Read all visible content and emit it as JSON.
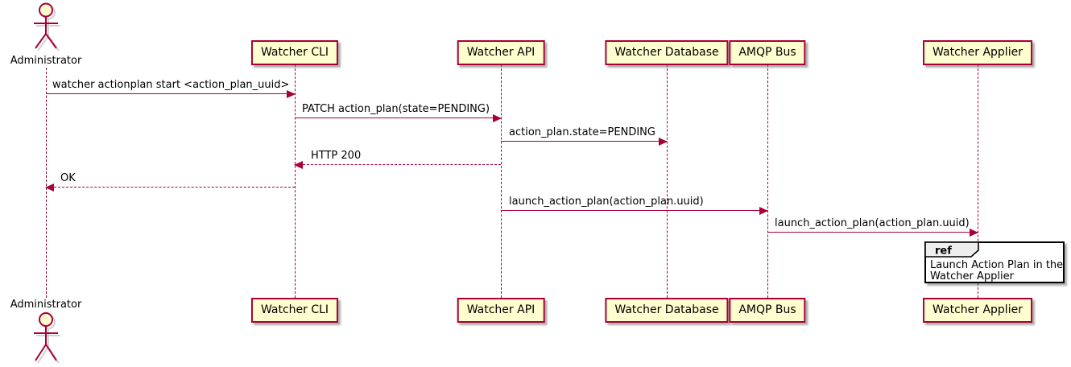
{
  "diagram": {
    "type": "sequence",
    "actor": {
      "name": "Administrator"
    },
    "participants": [
      {
        "name": "Watcher CLI"
      },
      {
        "name": "Watcher API"
      },
      {
        "name": "Watcher Database"
      },
      {
        "name": "AMQP Bus"
      },
      {
        "name": "Watcher Applier"
      }
    ],
    "messages": [
      {
        "label": "watcher actionplan start <action_plan_uuid>",
        "from": "Administrator",
        "to": "Watcher CLI",
        "style": "solid"
      },
      {
        "label": "PATCH action_plan(state=PENDING)",
        "from": "Watcher CLI",
        "to": "Watcher API",
        "style": "solid"
      },
      {
        "label": "action_plan.state=PENDING",
        "from": "Watcher API",
        "to": "Watcher Database",
        "style": "solid"
      },
      {
        "label": "HTTP 200",
        "from": "Watcher API",
        "to": "Watcher CLI",
        "style": "dashed"
      },
      {
        "label": "OK",
        "from": "Watcher CLI",
        "to": "Administrator",
        "style": "dashed"
      },
      {
        "label": "launch_action_plan(action_plan.uuid)",
        "from": "Watcher API",
        "to": "AMQP Bus",
        "style": "solid"
      },
      {
        "label": "launch_action_plan(action_plan.uuid)",
        "from": "AMQP Bus",
        "to": "Watcher Applier",
        "style": "solid"
      }
    ],
    "ref": {
      "keyword": "ref",
      "lines": [
        "Launch Action Plan in the",
        "Watcher Applier"
      ],
      "over": "Watcher Applier"
    }
  },
  "colors": {
    "accent": "#A80036",
    "participant-fill": "#FEFECE",
    "ref-header-fill": "#EEEEEE",
    "shadow": "rgba(80,80,80,0.45)"
  }
}
